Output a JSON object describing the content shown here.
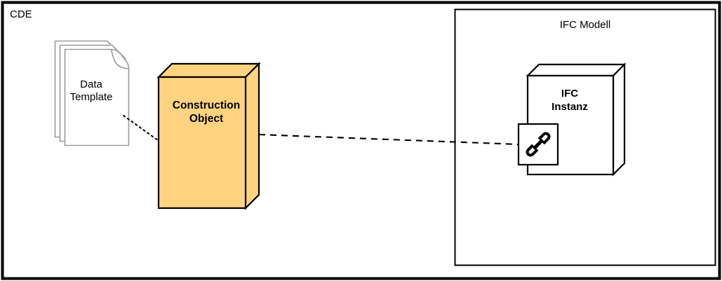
{
  "diagram": {
    "title": "CDE",
    "type": "architecture-block-diagram",
    "background_color": "#ffffff"
  },
  "containers": [
    {
      "id": "cde",
      "label": "CDE",
      "label_position": "top-left",
      "border_color": "#000000",
      "border_width": 4,
      "fill": "#ffffff"
    },
    {
      "id": "ifc-modell",
      "label": "IFC Modell",
      "label_position": "top-center",
      "border_color": "#000000",
      "border_width": 2,
      "fill": "#ffffff"
    }
  ],
  "nodes": [
    {
      "id": "data-template",
      "label": "Data Template",
      "label_line1": "Data",
      "label_line2": "Template",
      "shape": "document-stack",
      "stack_count": 3,
      "fill": "#ffffff",
      "stroke": "#9a9a9a"
    },
    {
      "id": "construction-object",
      "label": "Construction Object",
      "label_line1": "Construction",
      "label_line2": "Object",
      "shape": "cube-3d",
      "fill": "#ffd37f",
      "stroke": "#000000",
      "bold": true
    },
    {
      "id": "ifc-instanz",
      "label": "IFC Instanz",
      "label_line1": "IFC",
      "label_line2": "Instanz",
      "shape": "cube-3d",
      "fill": "#ffffff",
      "stroke": "#000000",
      "bold": true
    },
    {
      "id": "link-badge",
      "label": "",
      "icon": "link-icon",
      "shape": "square-badge",
      "fill": "#ffffff",
      "stroke": "#000000"
    }
  ],
  "edges": [
    {
      "id": "edge-template-to-object",
      "from": "data-template",
      "to": "construction-object",
      "style": "dotted",
      "color": "#000000"
    },
    {
      "id": "edge-object-to-link",
      "from": "construction-object",
      "to": "link-badge",
      "style": "dashed",
      "color": "#000000"
    }
  ],
  "colors": {
    "accent_orange": "#ffd37f",
    "stroke_black": "#000000",
    "stroke_gray": "#9a9a9a",
    "background": "#ffffff"
  }
}
